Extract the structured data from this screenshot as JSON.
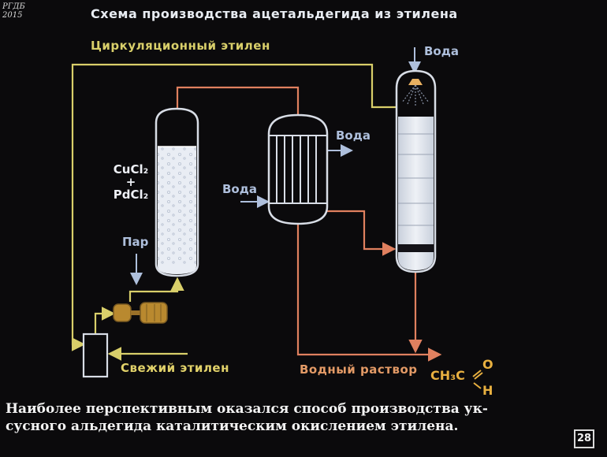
{
  "stamp": [
    "РГДБ",
    "2015"
  ],
  "title": "Схема производства ацетальдегида из этилена",
  "labels": {
    "cycle_ethylene": "Циркуляционный этилен",
    "water_top": "Вода",
    "water_out": "Вода",
    "water_in": "Вода",
    "cucl2": "CuCl₂",
    "plus": "+",
    "pdcl2": "PdCl₂",
    "steam": "Пар",
    "fresh_ethylene": "Свежий этилен",
    "aqueous_solution": "Водный раствор",
    "product_left": "CH₃C",
    "product_o": "O",
    "product_h": "H"
  },
  "caption": {
    "line1": "Наиболее перспективным оказался способ производства ук-",
    "line2": "сусного альдегида каталитическим окислением этилена."
  },
  "page_number": "28",
  "colors": {
    "background": "#0b0a0c",
    "ethylene_line": "#d9cf6a",
    "product_line": "#e0805f",
    "water_line": "#aebfdc",
    "vessel_fill": "#e6eaf2",
    "vessel_outline": "#d8dde6"
  }
}
